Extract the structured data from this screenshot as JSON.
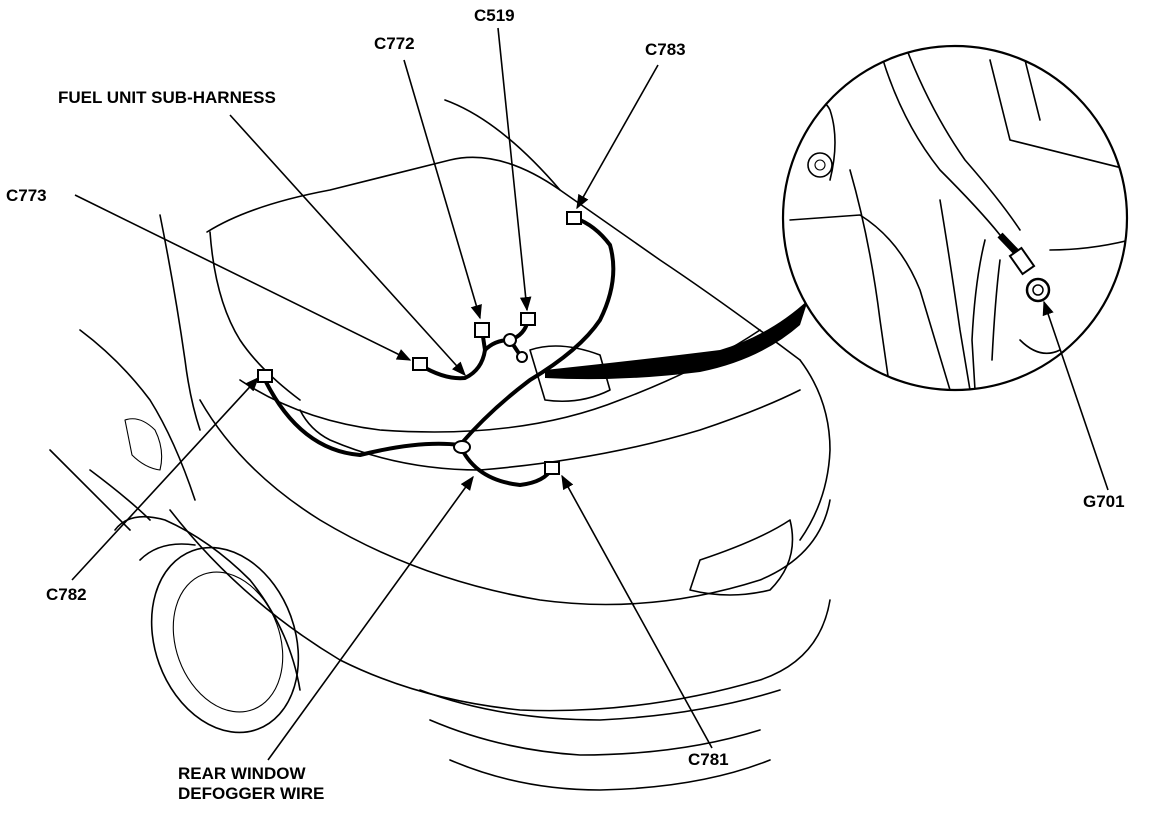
{
  "diagram": {
    "labels": {
      "c519": "C519",
      "c772": "C772",
      "c783": "C783",
      "fuel_unit": "FUEL UNIT SUB-HARNESS",
      "c773": "C773",
      "c782": "C782",
      "g701": "G701",
      "c781": "C781",
      "rear_window_line1": "REAR WINDOW",
      "rear_window_line2": "DEFOGGER WIRE"
    }
  }
}
